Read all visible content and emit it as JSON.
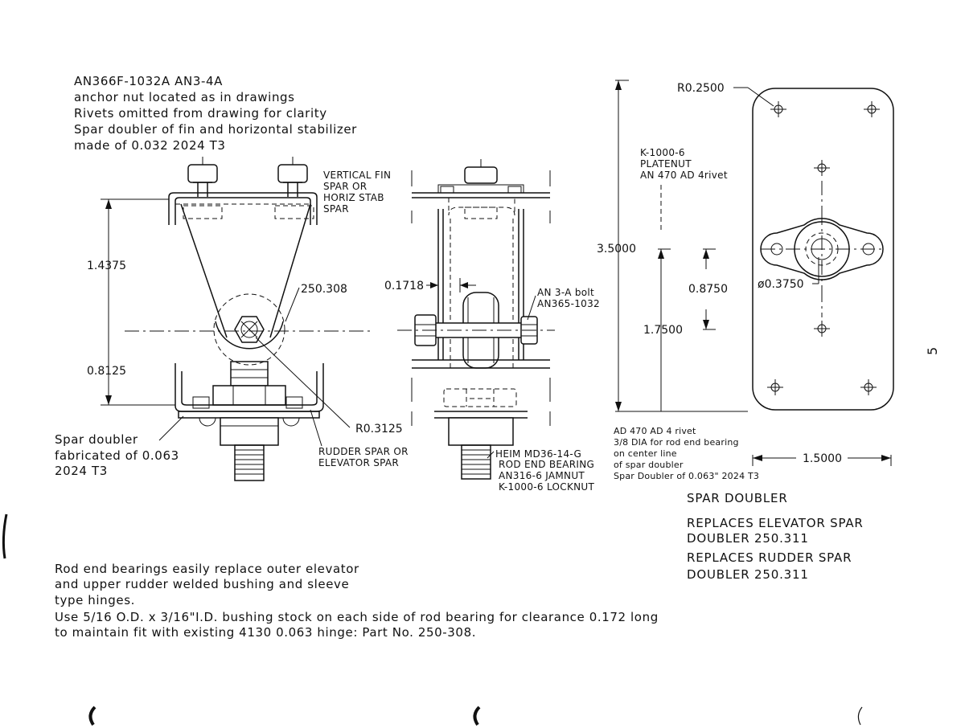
{
  "notes_top": [
    "AN366F-1032A    AN3-4A",
    "anchor nut located as in drawings",
    "Rivets omitted from drawing for clarity",
    "Spar doubler of fin and horizontal stabilizer",
    "made of 0.032 2024 T3"
  ],
  "labels": {
    "vertical_fin": [
      "VERTICAL FIN",
      "SPAR OR",
      "HORIZ STAB",
      "SPAR"
    ],
    "part_250308": "250.308",
    "r_03125": "R0.3125",
    "rudder_spar": [
      "RUDDER SPAR OR",
      "ELEVATOR SPAR"
    ],
    "spar_doubler_note": [
      "Spar doubler",
      "fabricated of 0.063",
      "2024 T3"
    ],
    "bolt": [
      "AN 3-A bolt",
      "AN365-1032"
    ],
    "heim": [
      "HEIM MD36-14-G",
      "ROD END BEARING",
      "AN316-6 JAMNUT",
      "K-1000-6 LOCKNUT"
    ],
    "platenut": [
      "K-1000-6",
      "PLATENUT",
      "AN 470 AD 4rivet"
    ],
    "r_02500": "R0.2500",
    "dia_03750": "ø0.3750",
    "rivet_note": [
      "AD 470 AD 4 rivet",
      "3/8 DIA for rod end bearing",
      "on center line",
      "of spar doubler",
      "Spar Doubler of 0.063\" 2024 T3"
    ]
  },
  "dimensions": {
    "d_14375": "1.4375",
    "d_08125": "0.8125",
    "d_01718": "0.1718",
    "d_35000": "3.5000",
    "d_08750": "0.8750",
    "d_17500": "1.7500",
    "d_15000": "1.5000"
  },
  "titles": [
    "SPAR DOUBLER",
    "REPLACES ELEVATOR SPAR",
    "DOUBLER 250.311",
    "REPLACES RUDDER SPAR",
    "DOUBLER 250.311"
  ],
  "notes_bottom": [
    "Rod end bearings easily replace outer elevator",
    "and upper rudder welded bushing and sleeve",
    "type hinges.",
    "Use 5/16 O.D. x 3/16\"I.D. bushing stock on each side of rod bearing for clearance 0.172 long",
    "to maintain fit with existing 4130 0.063 hinge: Part No. 250-308."
  ],
  "page_number": "5"
}
